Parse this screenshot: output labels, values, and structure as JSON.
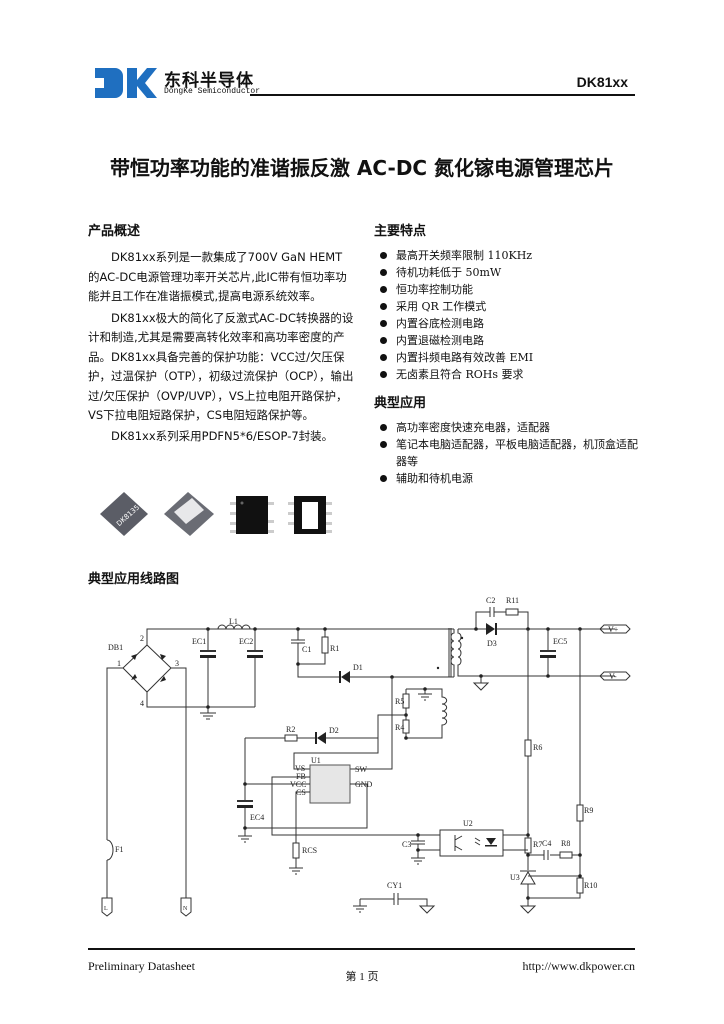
{
  "header": {
    "logo_cn": "东科半导体",
    "logo_en": "DongKe Semiconductor",
    "logo_mark": "DK",
    "doc_code": "DK81xx"
  },
  "title": "带恒功率功能的准谐振反激 AC-DC 氮化镓电源管理芯片",
  "overview": {
    "heading": "产品概述",
    "paragraphs": [
      "DK81xx系列是一款集成了700V GaN HEMT 的AC-DC电源管理功率开关芯片,此IC带有恒功率功能并且工作在准谐振模式,提高电源系统效率。",
      "DK81xx极大的简化了反激式AC-DC转换器的设计和制造,尤其是需要高转化效率和高功率密度的产品。DK81xx具备完善的保护功能：VCC过/欠压保护，过温保护（OTP），初级过流保护（OCP），输出过/欠压保护（OVP/UVP），VS上拉电阻开路保护，VS下拉电阻短路保护，CS电阻短路保护等。",
      "DK81xx系列采用PDFN5*6/ESOP-7封装。"
    ],
    "chip_marking": "DK8135"
  },
  "features": {
    "heading": "主要特点",
    "items": [
      "最高开关频率限制 110KHz",
      "待机功耗低于 50mW",
      "恒功率控制功能",
      "采用 QR 工作模式",
      "内置谷底检测电路",
      "内置退磁检测电路",
      "内置抖频电路有效改善 EMI",
      "无卤素且符合 ROHs 要求"
    ]
  },
  "applications": {
    "heading": "典型应用",
    "items": [
      "高功率密度快速充电器，适配器",
      "笔记本电脑适配器，平板电脑适配器，机顶盒适配器等",
      "辅助和待机电源"
    ]
  },
  "circuit": {
    "heading": "典型应用线路图",
    "labels": {
      "DB1": "DB1",
      "p1": "1",
      "p2": "2",
      "p3": "3",
      "p4": "4",
      "EC1": "EC1",
      "L1": "L1",
      "EC2": "EC2",
      "C1": "C1",
      "R1": "R1",
      "D1": "D1",
      "C2": "C2",
      "R11": "R11",
      "D3": "D3",
      "EC5": "EC5",
      "Vp": "V+",
      "Vm": "V-",
      "R5": "R5",
      "R4": "R4",
      "R2": "R2",
      "D2": "D2",
      "R6": "R6",
      "U1": "U1",
      "VS": "VS",
      "FB": "FB",
      "VCC": "VCC",
      "CS": "CS",
      "SW": "SW",
      "GND": "GND",
      "EC4": "EC4",
      "RCS": "RCS",
      "F1": "F1",
      "L": "L",
      "N": "N",
      "U2": "U2",
      "C3": "C3",
      "R7": "R7",
      "C4": "C4",
      "R8": "R8",
      "R9": "R9",
      "U3": "U3",
      "R10": "R10",
      "CY1": "CY1"
    }
  },
  "footer": {
    "left": "Preliminary Datasheet",
    "page": "第 1 页",
    "url": "http://www.dkpower.cn"
  },
  "colors": {
    "logo_blue": "#1f6fc0"
  }
}
